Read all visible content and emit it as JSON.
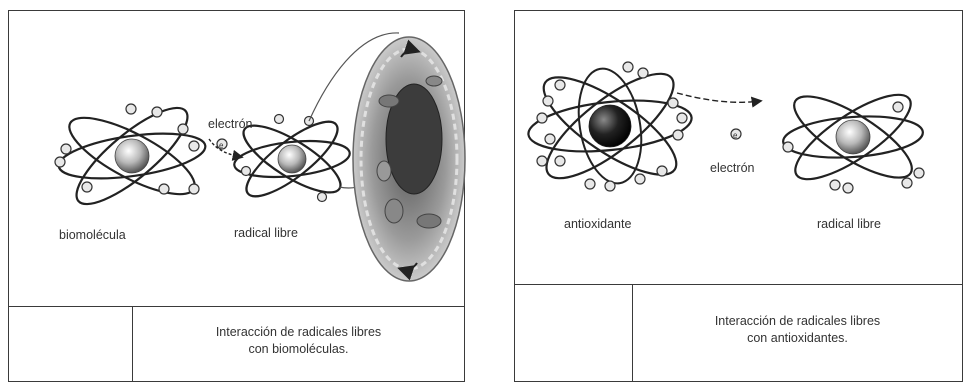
{
  "left_panel": {
    "labels": {
      "biomolecule": "biomolécula",
      "electron": "electrón",
      "free_radical": "radical libre"
    },
    "caption": "Interacción de radicales libres\ncon biomoléculas."
  },
  "right_panel": {
    "labels": {
      "antioxidant": "antioxidante",
      "electron": "electrón",
      "free_radical": "radical libre"
    },
    "caption": "Interacción de radicales libres\ncon antioxidantes."
  },
  "electron_symbol": "e"
}
